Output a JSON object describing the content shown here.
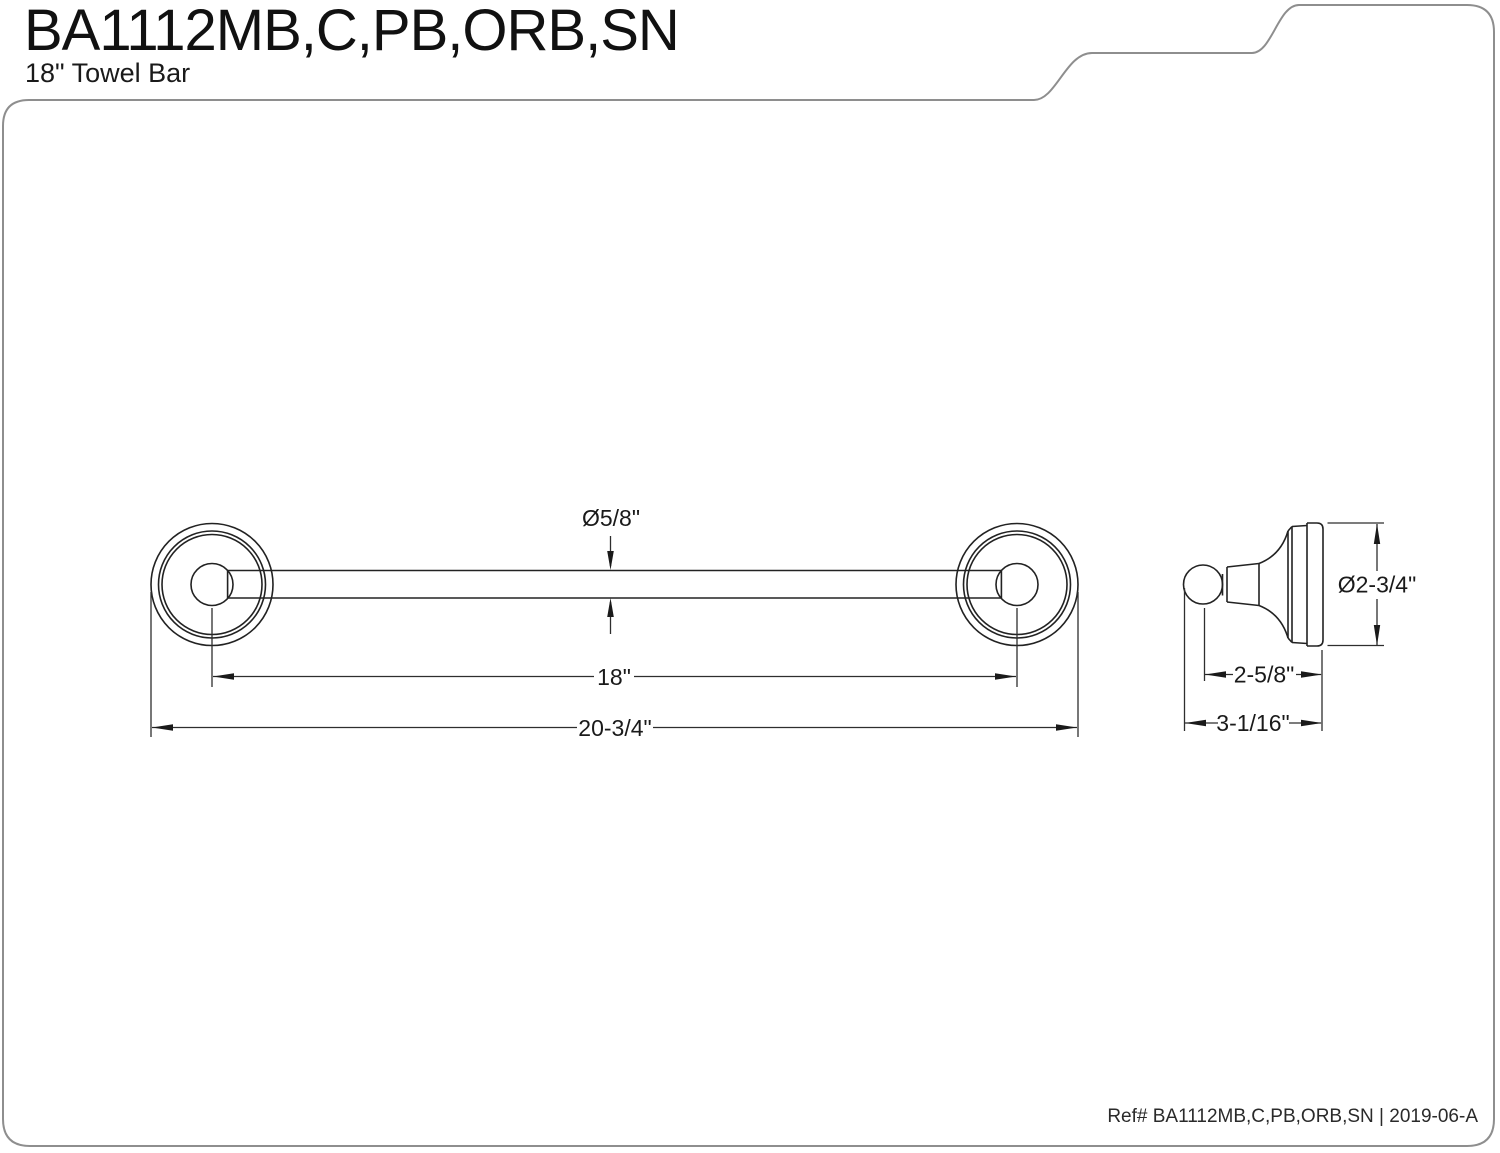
{
  "sheet": {
    "title": "BA1112MB,C,PB,ORB,SN",
    "subtitle": "18\" Towel Bar",
    "ref_note": "Ref# BA1112MB,C,PB,ORB,SN | 2019-06-A"
  },
  "drawing": {
    "front_view": {
      "bar_diameter": "Ø5/8\"",
      "center_to_center": "18\"",
      "overall_length": "20-3/4\""
    },
    "side_view": {
      "flange_diameter": "Ø2-3/4\"",
      "ball_center_to_wall": "2-5/8\"",
      "overall_projection": "3-1/16\""
    }
  },
  "colors": {
    "line": "#222222",
    "dimension_line": "#2e2e2e",
    "text": "#1a1a1a",
    "sheet_border": "#8e8e8e",
    "background": "#ffffff"
  }
}
